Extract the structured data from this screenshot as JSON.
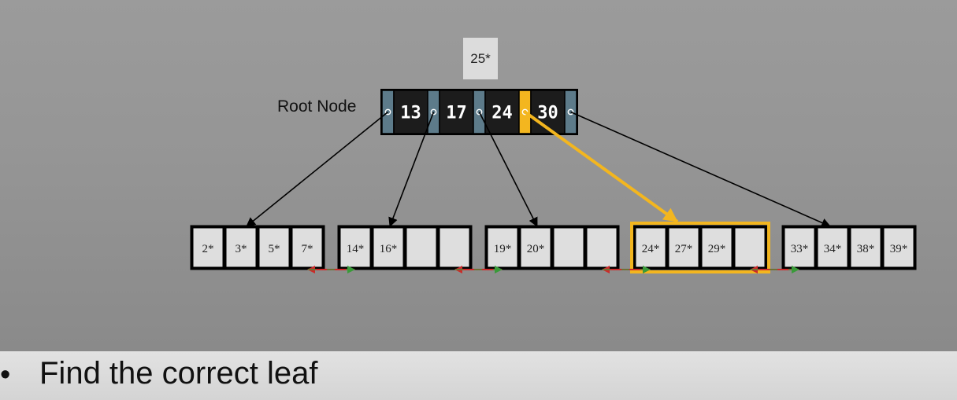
{
  "search_key": "25*",
  "root": {
    "label": "Root Node",
    "keys": [
      "13",
      "17",
      "24",
      "30"
    ],
    "highlighted_pointer": 3
  },
  "leaves": [
    {
      "entries": [
        "2*",
        "3*",
        "5*",
        "7*"
      ]
    },
    {
      "entries": [
        "14*",
        "16*",
        "",
        ""
      ]
    },
    {
      "entries": [
        "19*",
        "20*",
        "",
        ""
      ]
    },
    {
      "entries": [
        "24*",
        "27*",
        "29*",
        ""
      ],
      "highlighted": true
    },
    {
      "entries": [
        "33*",
        "34*",
        "38*",
        "39*"
      ]
    }
  ],
  "caption": {
    "bullet": "•",
    "text": "Find the correct leaf"
  },
  "colors": {
    "highlight": "#f3b61f",
    "key_cell": "#1c1c1c",
    "pointer_cell": "#5d7b8a",
    "leaf_cell": "#dedede",
    "link_red": "#cc2a2a",
    "link_green": "#3a9a3a"
  }
}
